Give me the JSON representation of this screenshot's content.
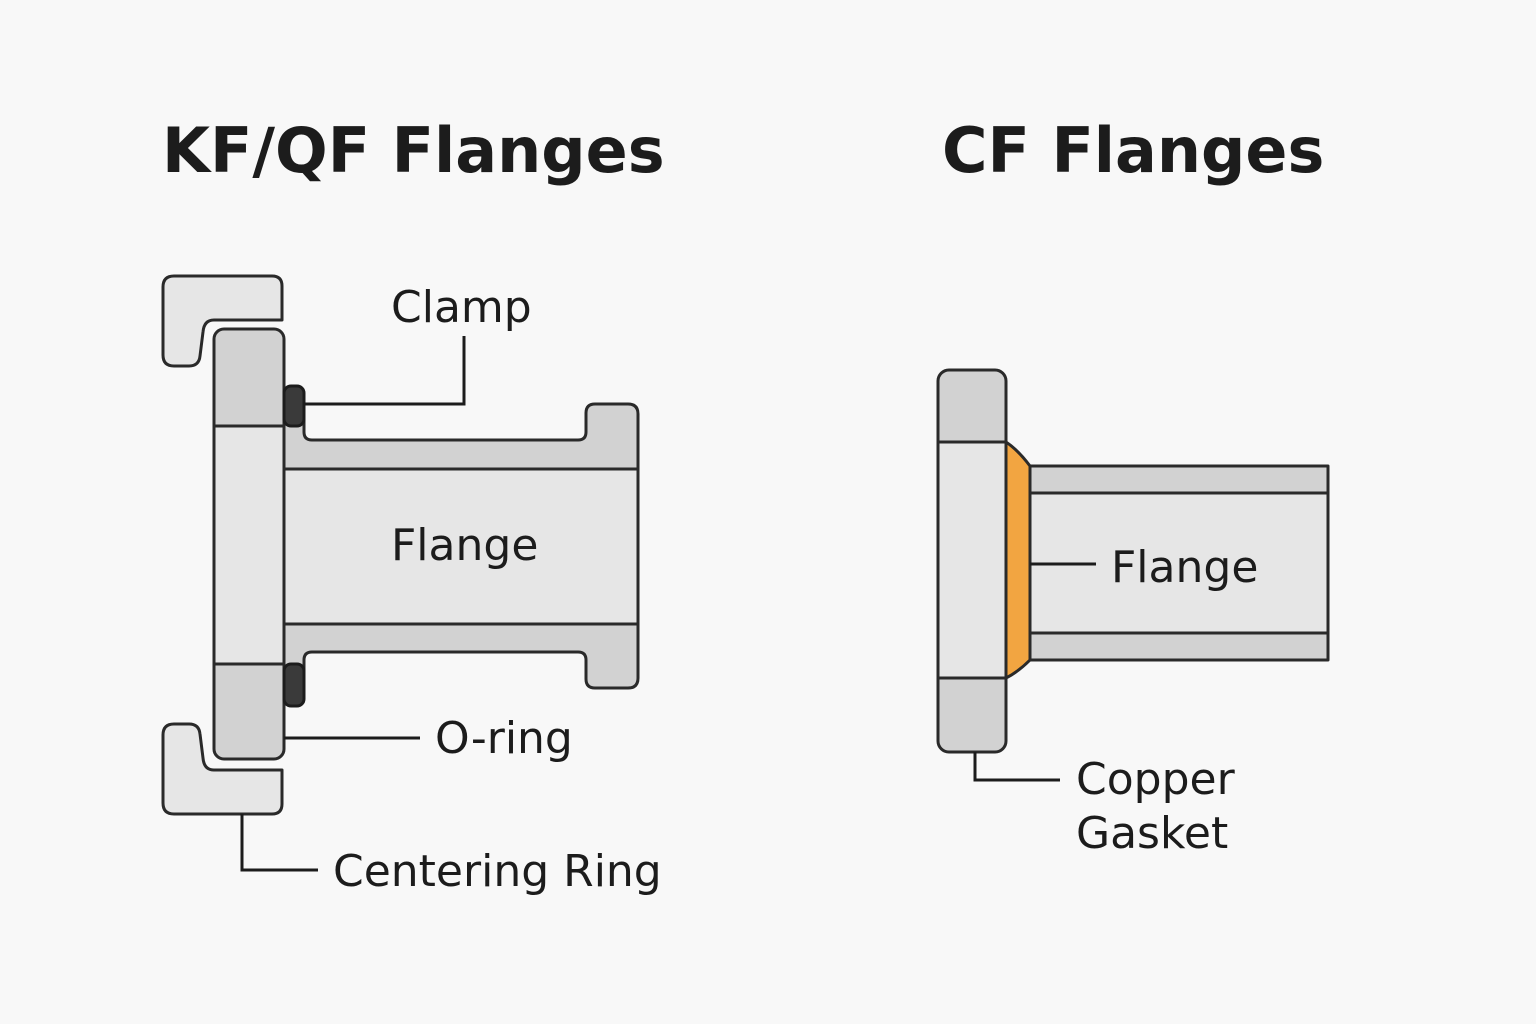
{
  "kf_section": {
    "title": "KF/QF Flanges",
    "labels": {
      "clamp": "Clamp",
      "flange": "Flange",
      "oring": "O-ring",
      "centering_ring": "Centering Ring"
    }
  },
  "cf_section": {
    "title": "CF Flanges",
    "labels": {
      "flange": "Flange",
      "copper_line1": "Copper",
      "copper_line2": "Gasket"
    }
  },
  "colors": {
    "background": "#f8f8f8",
    "part_light": "#e6e6e6",
    "part_mid": "#d2d2d2",
    "oring": "#3a3a3a",
    "copper_gasket": "#f2a541",
    "outline": "#2a2a2a"
  }
}
